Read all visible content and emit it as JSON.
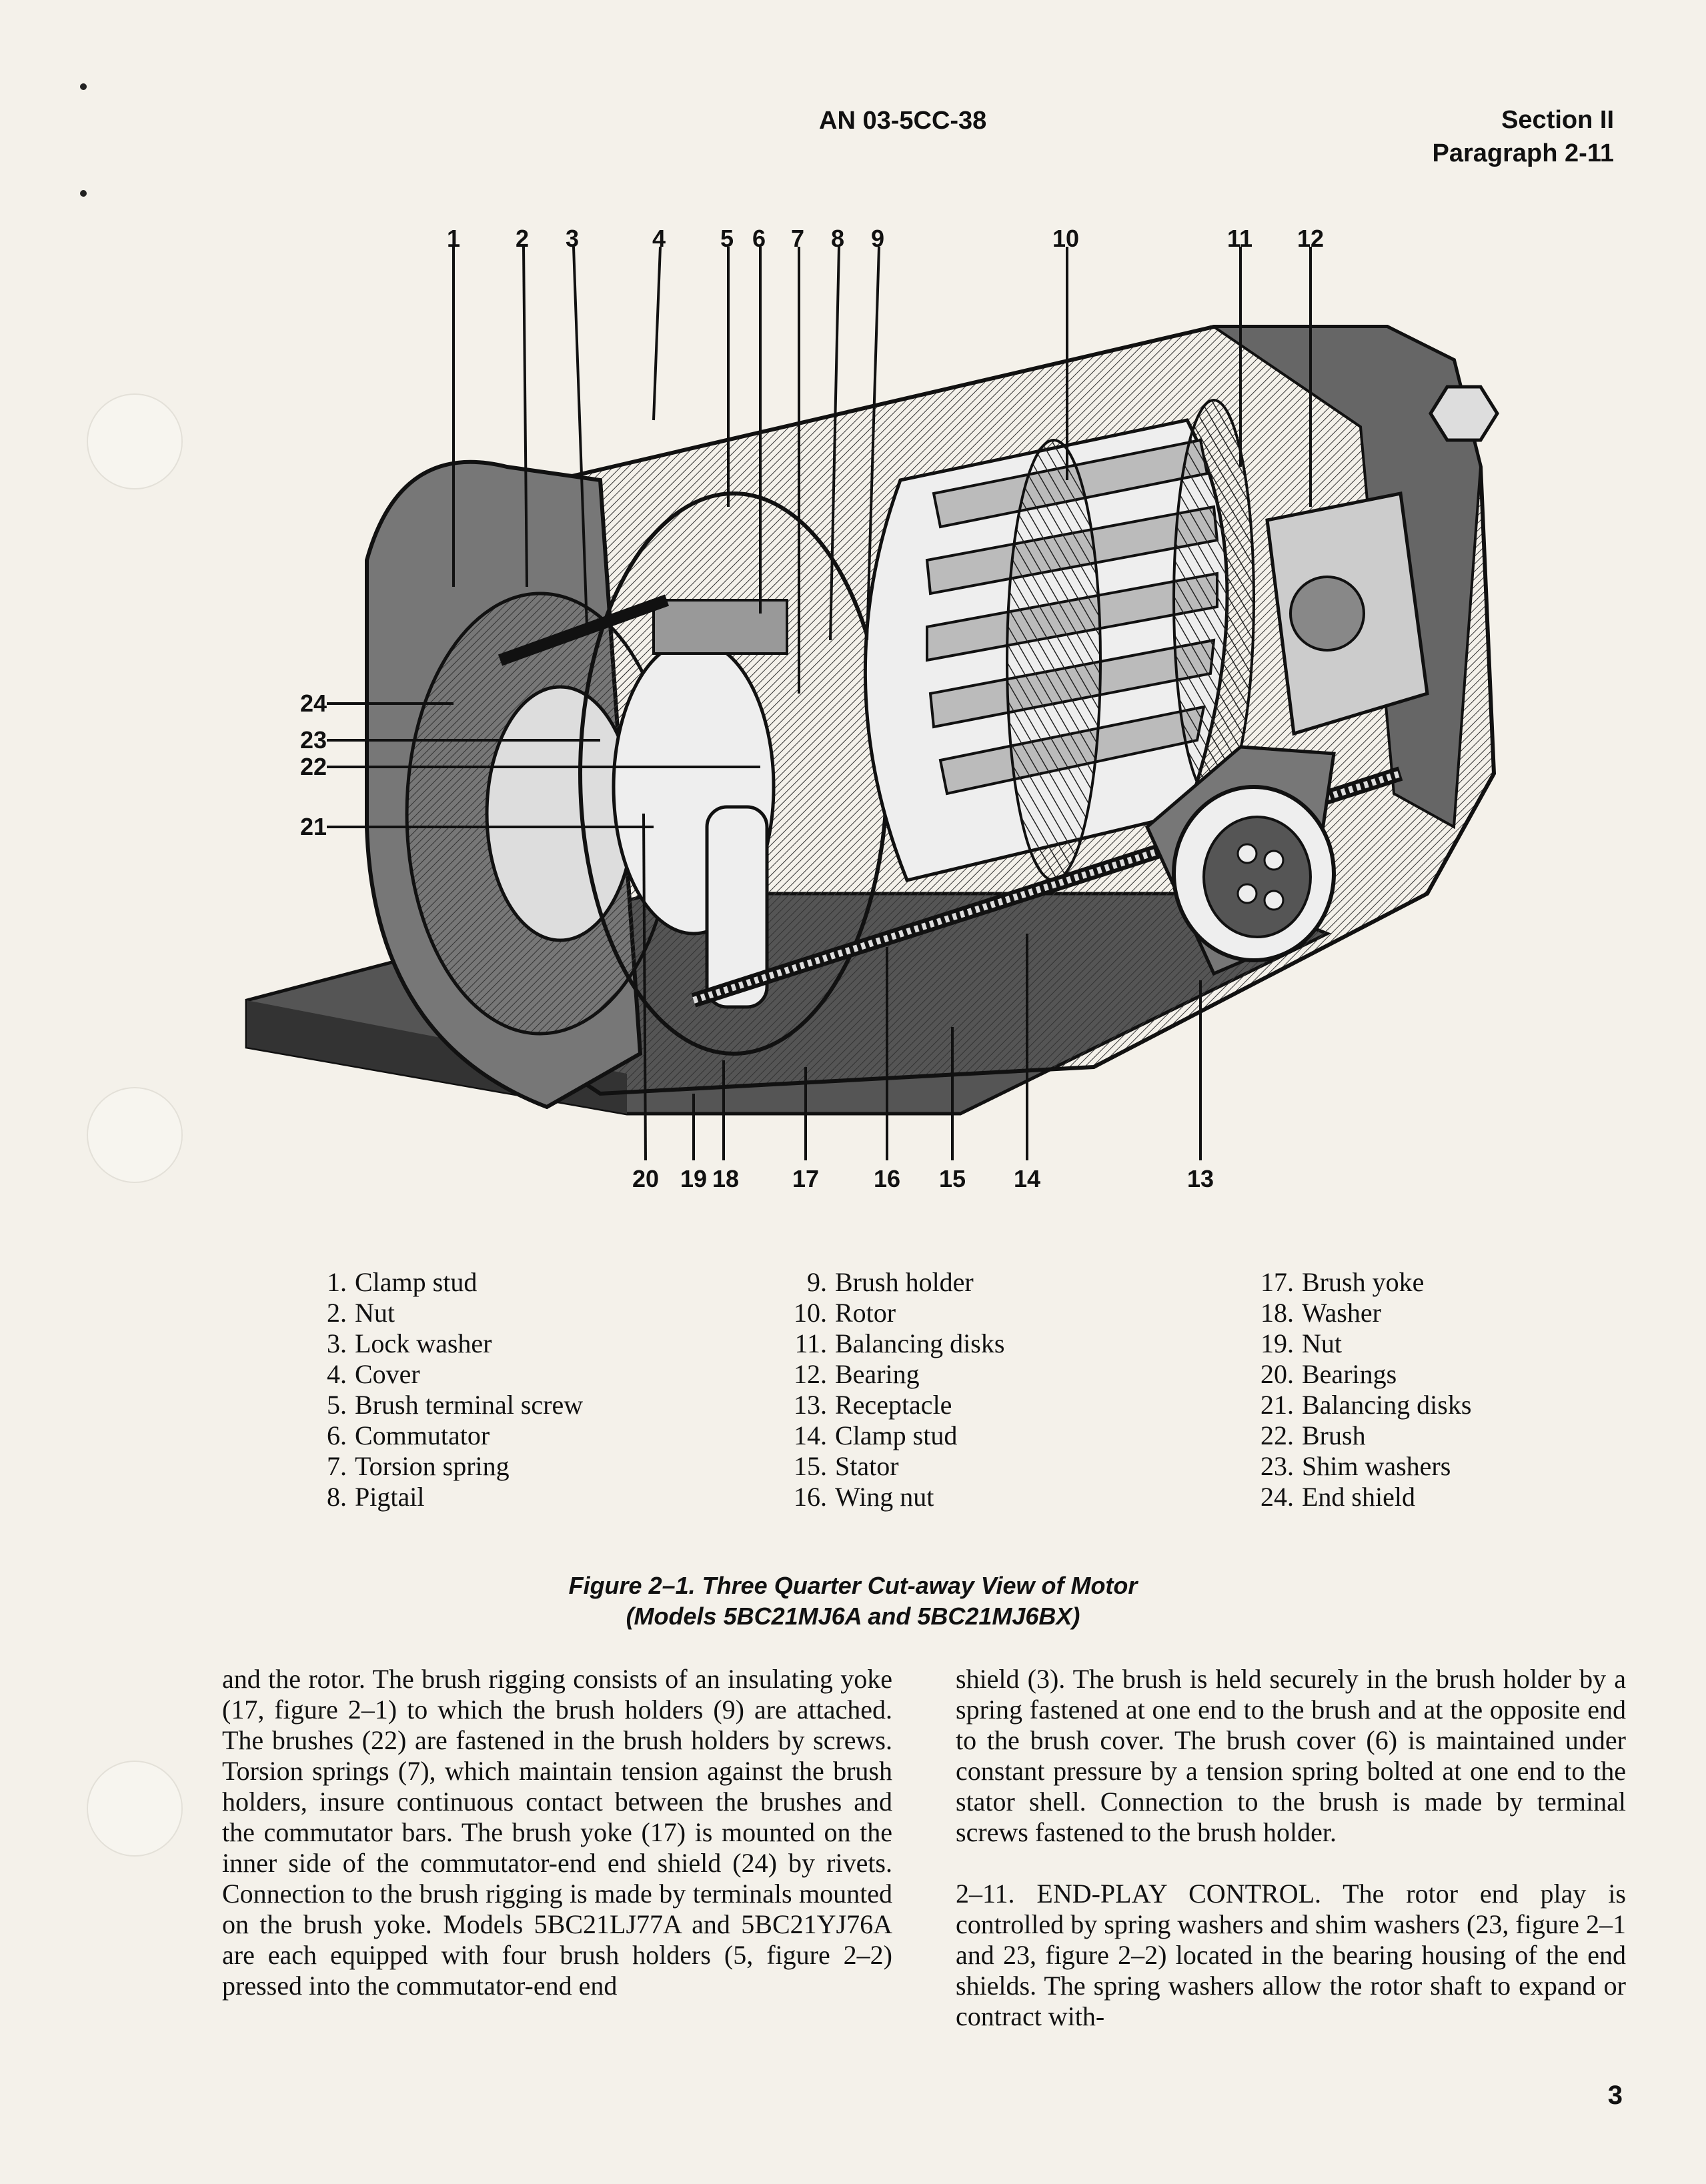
{
  "header": {
    "doc_id": "AN 03-5CC-38",
    "section": "Section II",
    "paragraph": "Paragraph 2-11"
  },
  "figure": {
    "callouts": [
      "1",
      "2",
      "3",
      "4",
      "5",
      "6",
      "7",
      "8",
      "9",
      "10",
      "11",
      "12",
      "13",
      "14",
      "15",
      "16",
      "17",
      "18",
      "19",
      "20",
      "21",
      "22",
      "23",
      "24"
    ]
  },
  "legend": {
    "col1": [
      {
        "n": "1.",
        "label": "Clamp stud"
      },
      {
        "n": "2.",
        "label": "Nut"
      },
      {
        "n": "3.",
        "label": "Lock washer"
      },
      {
        "n": "4.",
        "label": "Cover"
      },
      {
        "n": "5.",
        "label": "Brush terminal screw"
      },
      {
        "n": "6.",
        "label": "Commutator"
      },
      {
        "n": "7.",
        "label": "Torsion spring"
      },
      {
        "n": "8.",
        "label": "Pigtail"
      }
    ],
    "col2": [
      {
        "n": "9.",
        "label": "Brush holder"
      },
      {
        "n": "10.",
        "label": "Rotor"
      },
      {
        "n": "11.",
        "label": "Balancing disks"
      },
      {
        "n": "12.",
        "label": "Bearing"
      },
      {
        "n": "13.",
        "label": "Receptacle"
      },
      {
        "n": "14.",
        "label": "Clamp stud"
      },
      {
        "n": "15.",
        "label": "Stator"
      },
      {
        "n": "16.",
        "label": "Wing nut"
      }
    ],
    "col3": [
      {
        "n": "17.",
        "label": "Brush yoke"
      },
      {
        "n": "18.",
        "label": "Washer"
      },
      {
        "n": "19.",
        "label": "Nut"
      },
      {
        "n": "20.",
        "label": "Bearings"
      },
      {
        "n": "21.",
        "label": "Balancing disks"
      },
      {
        "n": "22.",
        "label": "Brush"
      },
      {
        "n": "23.",
        "label": "Shim washers"
      },
      {
        "n": "24.",
        "label": "End shield"
      }
    ]
  },
  "caption": {
    "line1": "Figure 2–1. Three Quarter Cut-away View of Motor",
    "line2": "(Models 5BC21MJ6A and 5BC21MJ6BX)"
  },
  "body": {
    "left_p1": "and the rotor. The brush rigging consists of an insulating yoke (17, figure 2–1) to which the brush holders (9) are attached. The brushes (22) are fastened in the brush holders by screws. Torsion springs (7), which maintain tension against the brush holders, insure continuous contact between the brushes and the commutator bars. The brush yoke (17) is mounted on the inner side of the commutator-end end shield (24) by rivets. Connection to the brush rigging is made by terminals mounted on the brush yoke. Models 5BC21LJ77A and 5BC21YJ76A are each equipped with four brush holders (5, figure 2–2) pressed into the commutator-end end",
    "right_p1": "shield (3). The brush is held securely in the brush holder by a spring fastened at one end to the brush and at the opposite end to the brush cover. The brush cover (6) is maintained under constant pressure by a tension spring bolted at one end to the stator shell. Connection to the brush is made by terminal screws fastened to the brush holder.",
    "right_p2": "2–11. END-PLAY CONTROL. The rotor end play is controlled by spring washers and shim washers (23, figure 2–1 and 23, figure 2–2) located in the bearing housing of the end shields. The spring washers allow the rotor shaft to expand or contract with-"
  },
  "page_number": "3"
}
